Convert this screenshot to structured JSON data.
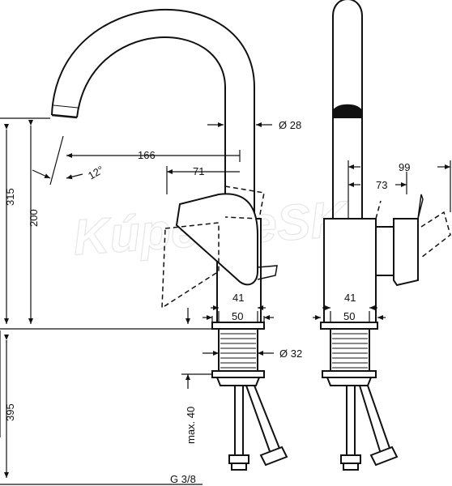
{
  "watermark": "KúpeľneSK",
  "dimensions": {
    "spout_diameter": "Ø 28",
    "spout_reach": "166",
    "handle_reach": "71",
    "spout_angle": "12°",
    "total_height": "315",
    "spout_height": "200",
    "base_inner": "41",
    "base_outer": "50",
    "side_reach_total": "99",
    "side_reach_handle": "73",
    "side_base_inner": "41",
    "side_base_outer": "50",
    "shank_diameter": "Ø 32",
    "hose_length": "395",
    "max_thickness": "max. 40",
    "thread": "G 3/8"
  }
}
